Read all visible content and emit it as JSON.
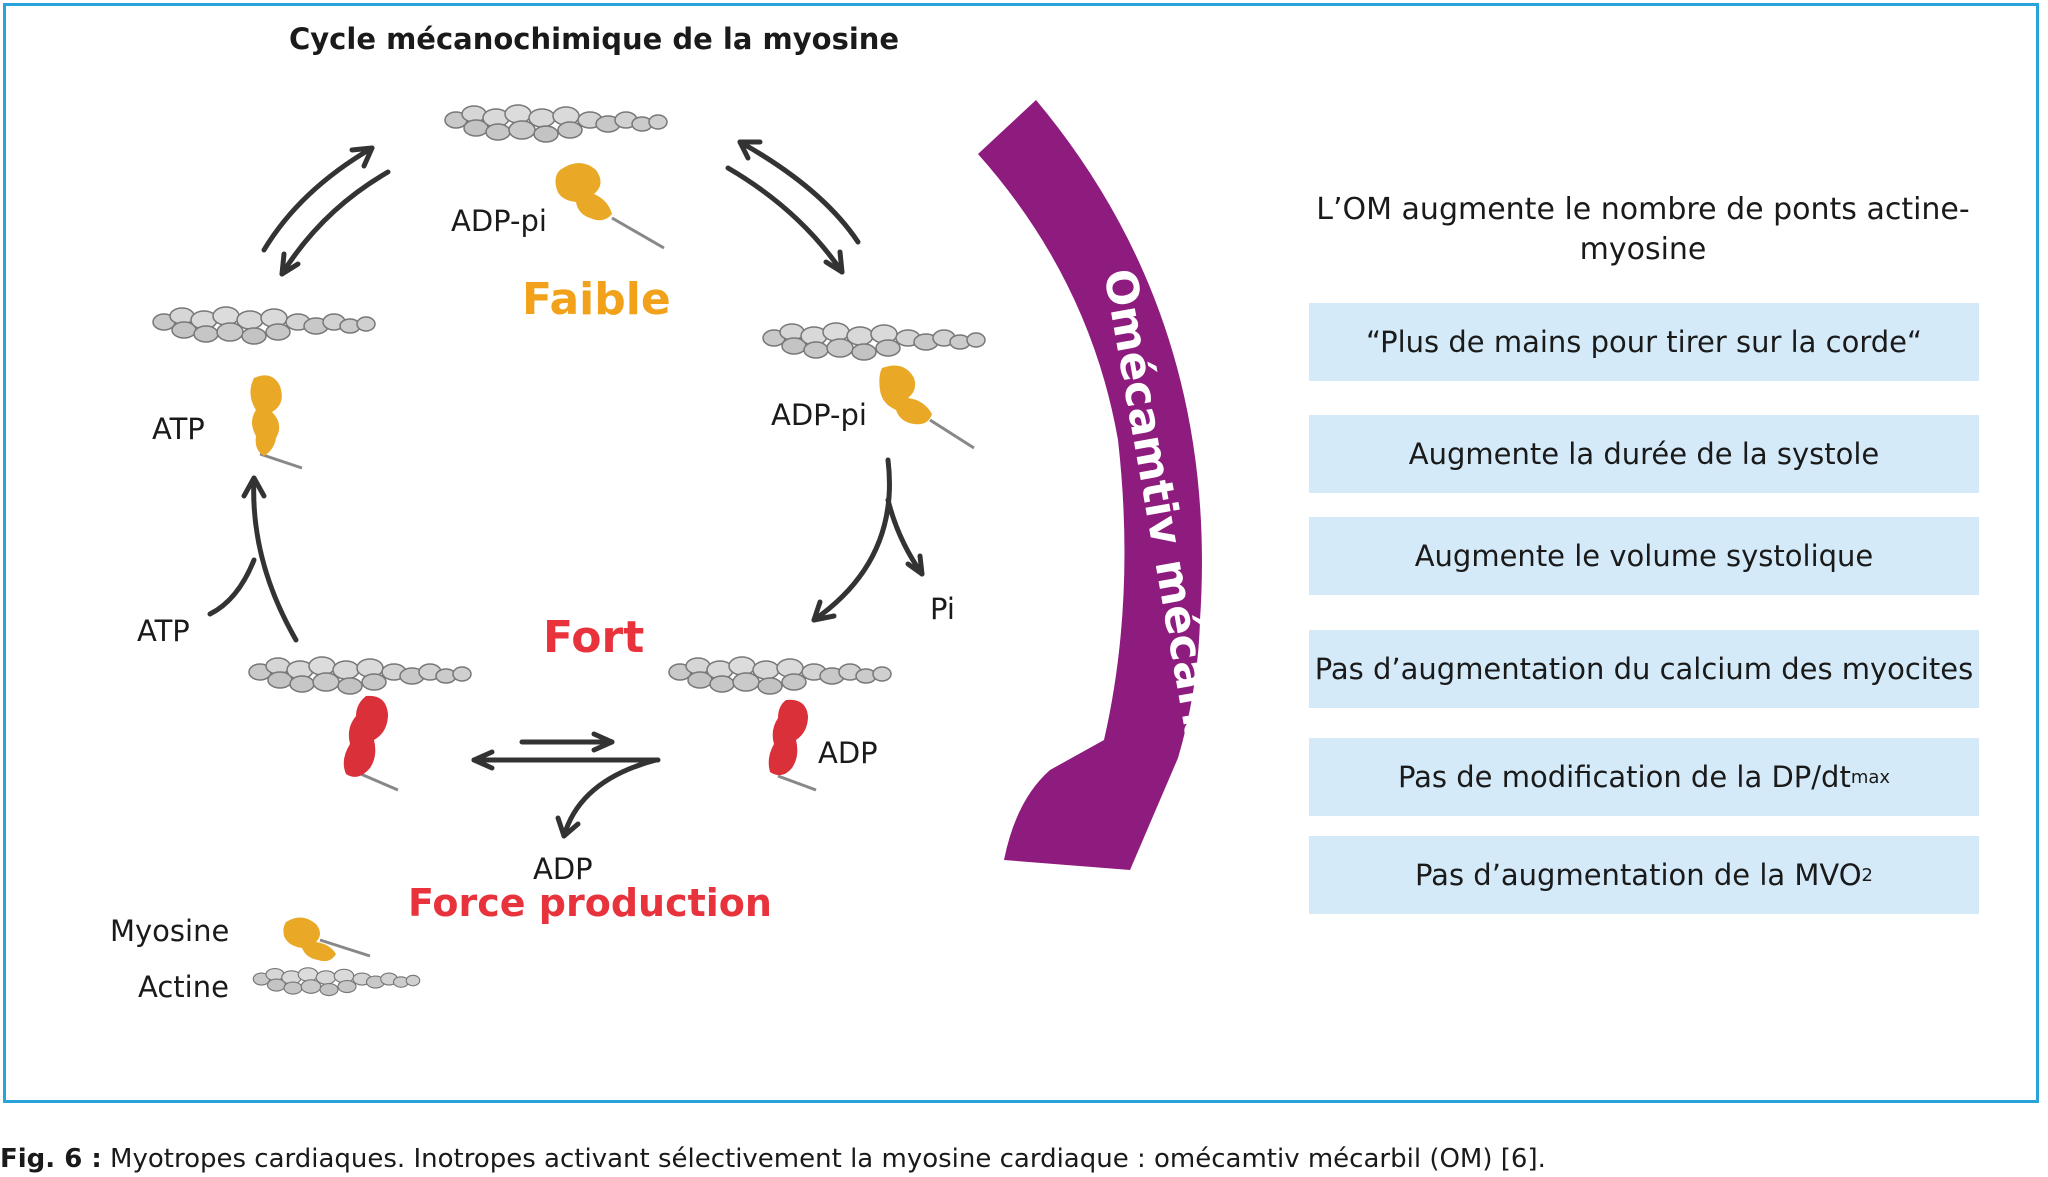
{
  "title": "Cycle mécanochimique de la myosine",
  "states": {
    "top": "ADP-pi",
    "right": "ADP-pi",
    "left": "ATP",
    "bottom_right": "ADP"
  },
  "weak_label": "Faible",
  "strong_label": "Fort",
  "transitions": {
    "pi_release": "Pi",
    "atp_binding": "ATP",
    "adp_release": "ADP"
  },
  "force_label": "Force production",
  "legend": {
    "myosin": "Myosine",
    "actin": "Actine"
  },
  "drug_arrow_label": "Omécamtiv mécarbil",
  "right_panel": {
    "heading": "L’OM augmente le nombre de ponts actine-myosine",
    "box1": "“Plus de mains pour tirer sur la corde“",
    "box2": "Augmente la durée de la systole",
    "box3": "Augmente le volume systolique",
    "box4": "Pas d’augmentation du calcium des myocites",
    "box5_main": "Pas de modification de la DP/dt",
    "box5_sub": "max",
    "box6_main": "Pas d’augmentation de la MVO",
    "box6_sub": "2"
  },
  "caption": {
    "prefix": "Fig. 6 :",
    "text": " Myotropes cardiaques. Inotropes activant sélectivement la myosine cardiaque : omécamtiv mécarbil (OM) [6]."
  },
  "colors": {
    "frame": "#29a3dc",
    "myosin_weak": "#e9a825",
    "myosin_strong": "#d9303a",
    "drug_arrow": "#8e1b7e",
    "box_fill": "#d4eaf8",
    "weak_text": "#f2a21a",
    "strong_text": "#e8333c"
  }
}
